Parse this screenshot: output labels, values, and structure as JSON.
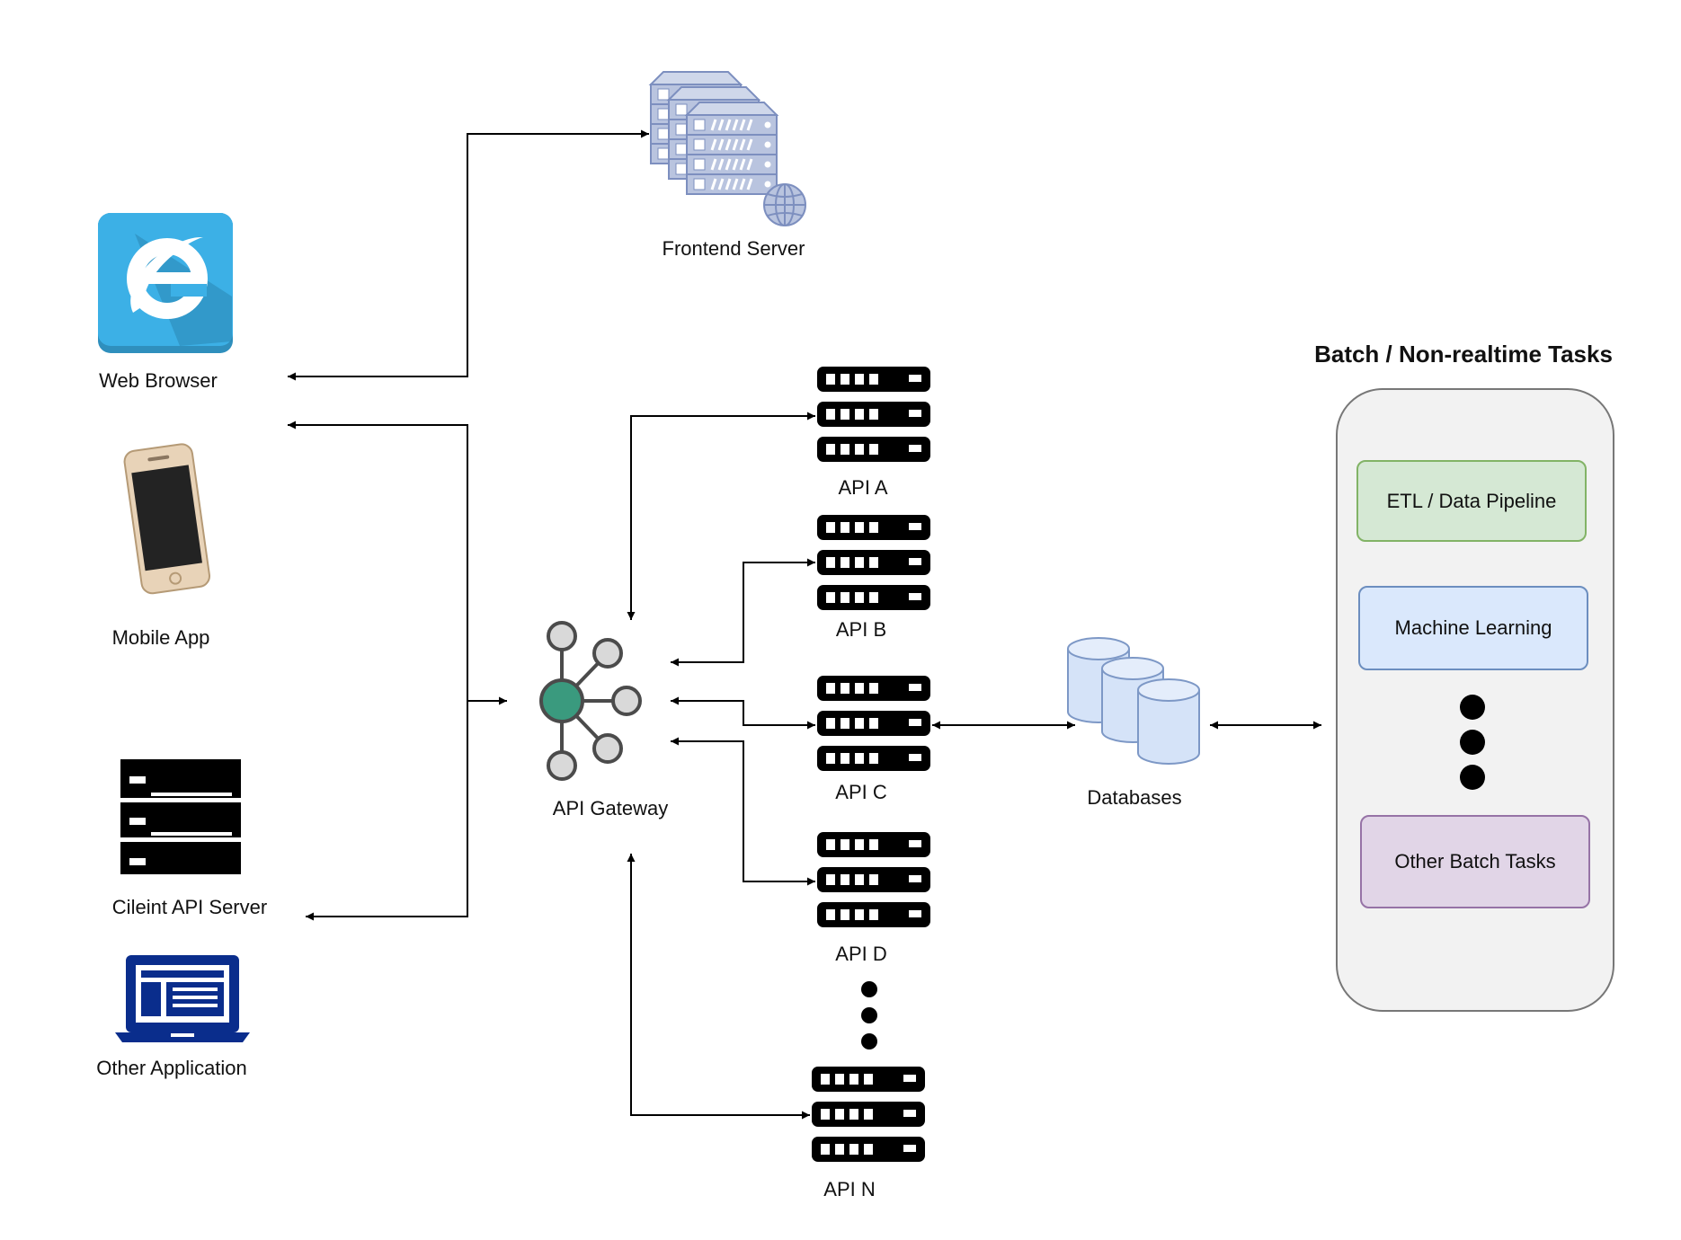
{
  "clients": {
    "web_browser": "Web Browser",
    "mobile_app": "Mobile App",
    "client_api_server": "Cileint API Server",
    "other_application": "Other Application"
  },
  "frontend_server": "Frontend Server",
  "api_gateway": "API Gateway",
  "apis": [
    "API A",
    "API B",
    "API C",
    "API D",
    "API N"
  ],
  "databases": "Databases",
  "batch": {
    "title": "Batch / Non-realtime Tasks",
    "tasks": [
      "ETL / Data Pipeline",
      "Machine Learning",
      "Other Batch Tasks"
    ]
  },
  "colors": {
    "ie_blue": "#3cb0e6",
    "gateway_hub": "#3a9a7e",
    "frontend_server": "#b9c4df",
    "database": "#d5e3f8",
    "laptop": "#0a2d8c",
    "etl_fill": "#d5e8d4",
    "etl_border": "#82b366",
    "ml_fill": "#dae8fc",
    "ml_border": "#6c8ebf",
    "other_fill": "#e1d5e7",
    "other_border": "#9673a6"
  }
}
